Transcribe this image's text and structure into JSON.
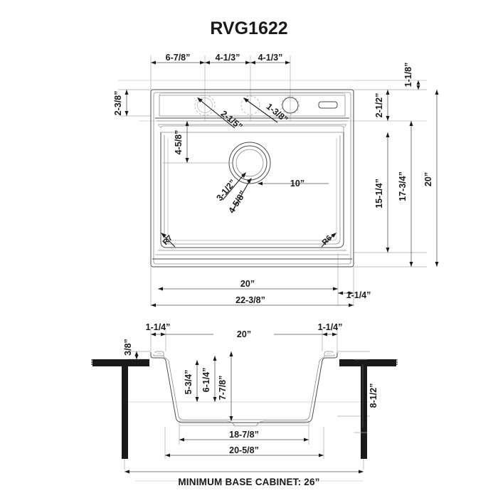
{
  "title": "RVG1622",
  "caption": "MINIMUM BASE CABINET: 26”",
  "colors": {
    "ink": "#1a1a1a",
    "outline": "#4a4a4a",
    "light": "#8a8a8a",
    "dimension": "#555555",
    "background": "#ffffff"
  },
  "top_view": {
    "label": "top-view",
    "top_dimensions": [
      {
        "id": "top-d1",
        "value": "6-7/8”"
      },
      {
        "id": "top-d2",
        "value": "4-1/3”"
      },
      {
        "id": "top-d3",
        "value": "4-1/3”"
      }
    ],
    "left_dimensions": [
      {
        "id": "left-d1",
        "value": "2-3/8”"
      }
    ],
    "right_dimensions": [
      {
        "id": "right-d1",
        "value": "1-1/8”"
      },
      {
        "id": "right-d2",
        "value": "2-1/2”"
      },
      {
        "id": "right-d3",
        "value": "15-1/4”"
      },
      {
        "id": "right-d4",
        "value": "17-3/4”"
      },
      {
        "id": "right-d5",
        "value": "20”"
      }
    ],
    "interior_dimensions": [
      {
        "id": "int-d1",
        "value": "2-1/5”"
      },
      {
        "id": "int-d2",
        "value": "1-3/8”"
      },
      {
        "id": "int-d3",
        "value": "4-5/8”"
      },
      {
        "id": "int-d4",
        "value": "3-1/2”"
      },
      {
        "id": "int-d5",
        "value": "4-5/8”"
      },
      {
        "id": "int-d6",
        "value": "10”"
      }
    ],
    "radii": [
      {
        "id": "radius-left",
        "value": "R7"
      },
      {
        "id": "radius-right",
        "value": "R6"
      }
    ],
    "bottom_dimensions": [
      {
        "id": "bot-d1",
        "value": "20”"
      },
      {
        "id": "bot-d2",
        "value": "1-1/4”"
      },
      {
        "id": "bot-d3",
        "value": "22-3/8”"
      }
    ]
  },
  "section_view": {
    "label": "section-view",
    "top_dimensions": [
      {
        "id": "sec-t1",
        "value": "1-1/4”"
      },
      {
        "id": "sec-t2",
        "value": "20”"
      },
      {
        "id": "sec-t3",
        "value": "1-1/4”"
      }
    ],
    "left_dimensions": [
      {
        "id": "sec-l1",
        "value": "3/8”"
      }
    ],
    "depth_dimensions": [
      {
        "id": "sec-d1",
        "value": "5-3/4”"
      },
      {
        "id": "sec-d2",
        "value": "6-1/4”"
      },
      {
        "id": "sec-d3",
        "value": "7-7/8”"
      }
    ],
    "right_dimensions": [
      {
        "id": "sec-r1",
        "value": "8-1/2”"
      }
    ],
    "bottom_dimensions": [
      {
        "id": "sec-b1",
        "value": "18-7/8”"
      },
      {
        "id": "sec-b2",
        "value": "20-5/8”"
      }
    ]
  }
}
